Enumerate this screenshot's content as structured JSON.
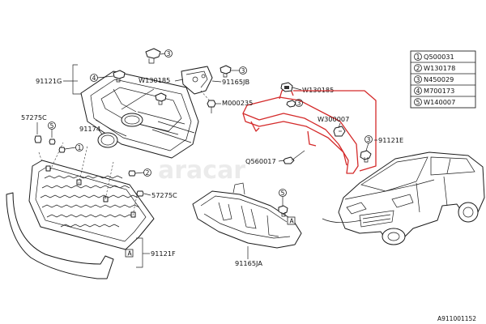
{
  "labels": {
    "grille_assembly": "91121G",
    "grille_insert": "91174",
    "clip_left": "57275C",
    "clip_center": "57275C",
    "bracket_clip_left": "W130185",
    "bracket": "91165JB",
    "screw_center": "M000235",
    "bracket_clip_right": "W130185",
    "upper_stay": "W300007",
    "bolt_right": "Q560017",
    "highlighted_part": "91121E",
    "lower_grille": "91121F",
    "lower_bracket": "91165JA",
    "diagram_code": "A911001152",
    "ref_a_left": "A",
    "ref_a_right": "A"
  },
  "legend": [
    {
      "index": "1",
      "part": "Q500031"
    },
    {
      "index": "2",
      "part": "W130178"
    },
    {
      "index": "3",
      "part": "N450029"
    },
    {
      "index": "4",
      "part": "M700173"
    },
    {
      "index": "5",
      "part": "W140007"
    }
  ],
  "callouts": {
    "c1": "1",
    "c2": "2",
    "c3": "3",
    "c4": "4",
    "c5": "5"
  },
  "watermark": "aracar",
  "colors": {
    "highlight": "#d42a2a",
    "line": "#1a1a1a"
  }
}
